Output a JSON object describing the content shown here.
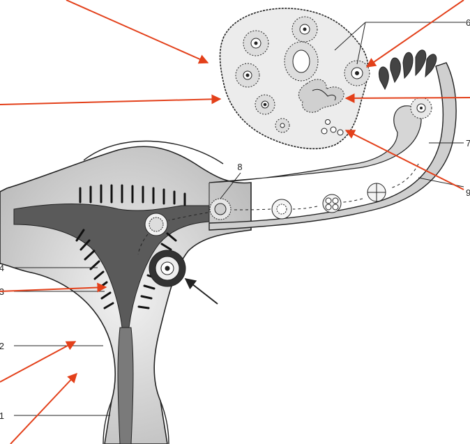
{
  "diagram": {
    "labels": {
      "l1": "1",
      "l2": "2",
      "l3": "3",
      "l4": "4",
      "l6": "6",
      "l7": "7",
      "l8": "8",
      "l9": "9"
    },
    "colors": {
      "annotation_arrow": "#e3401a",
      "ink": "#222222",
      "tissue_shade": "#cfcfcf",
      "ovary_fill": "#ececec"
    }
  }
}
